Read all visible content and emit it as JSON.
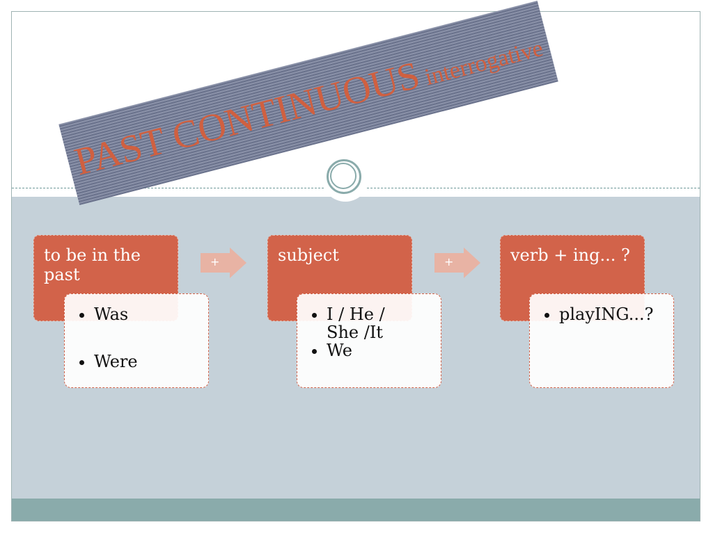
{
  "slide": {
    "title_main": "PAST CONTINUOUS",
    "title_sub": "interrogative",
    "groups": [
      {
        "label": "to be in the past",
        "items": [
          "Was",
          "Were"
        ]
      },
      {
        "label": "subject",
        "items": [
          "I / He / She /It",
          "We"
        ]
      },
      {
        "label": "verb + ing... ?",
        "items": [
          "playING...?"
        ]
      }
    ],
    "connectors": [
      "+",
      "+"
    ]
  },
  "colors": {
    "banner": "#7a8098",
    "title": "#d06040",
    "box": "#d2634a",
    "connector": "#e8b3a4",
    "content_bg": "#c5d1d9",
    "footer": "#8aabab"
  }
}
